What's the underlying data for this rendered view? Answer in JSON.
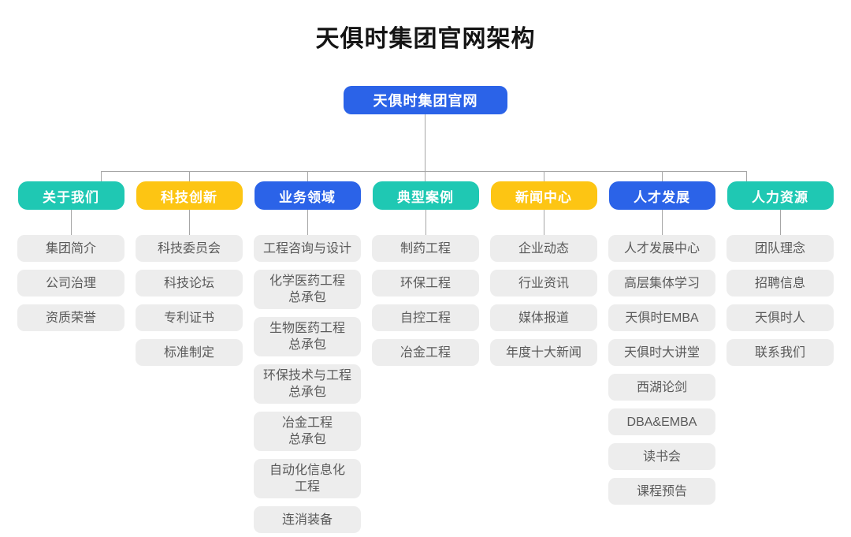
{
  "title": "天俱时集团官网架构",
  "root": {
    "label": "天俱时集团官网"
  },
  "colors": {
    "root_blue": "#2b63e8",
    "teal": "#1fc8b3",
    "yellow": "#fdc513",
    "blue": "#2b63e8",
    "item_background": "#ededed",
    "item_text": "#5a5a5a",
    "connector_line": "#a6a6a6"
  },
  "sections": [
    {
      "label": "关于我们",
      "color": "teal",
      "items": [
        "集团简介",
        "公司治理",
        "资质荣誉"
      ]
    },
    {
      "label": "科技创新",
      "color": "yellow",
      "items": [
        "科技委员会",
        "科技论坛",
        "专利证书",
        "标准制定"
      ]
    },
    {
      "label": "业务领域",
      "color": "blue",
      "items": [
        "工程咨询与设计",
        "化学医药工程\n总承包",
        "生物医药工程\n总承包",
        "环保技术与工程\n总承包",
        "冶金工程\n总承包",
        "自动化信息化\n工程",
        "连消装备"
      ]
    },
    {
      "label": "典型案例",
      "color": "teal",
      "items": [
        "制药工程",
        "环保工程",
        "自控工程",
        "冶金工程"
      ]
    },
    {
      "label": "新闻中心",
      "color": "yellow",
      "items": [
        "企业动态",
        "行业资讯",
        "媒体报道",
        "年度十大新闻"
      ]
    },
    {
      "label": "人才发展",
      "color": "blue",
      "items": [
        "人才发展中心",
        "高层集体学习",
        "天俱时EMBA",
        "天俱时大讲堂",
        "西湖论剑",
        "DBA&EMBA",
        "读书会",
        "课程预告"
      ]
    },
    {
      "label": "人力资源",
      "color": "teal",
      "items": [
        "团队理念",
        "招聘信息",
        "天俱时人",
        "联系我们"
      ]
    }
  ]
}
